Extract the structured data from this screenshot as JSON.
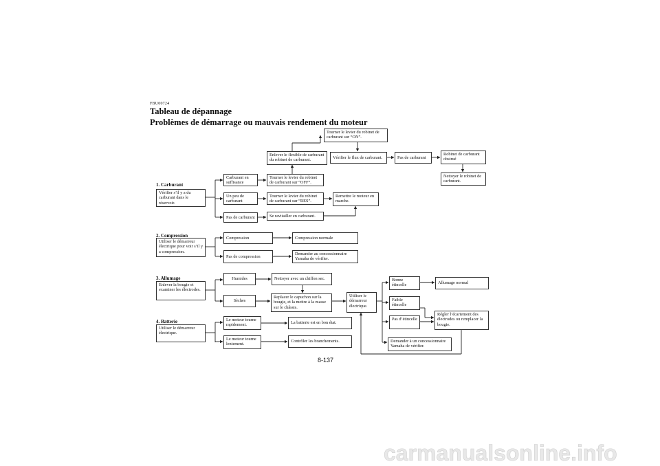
{
  "header": {
    "code": "FBU00724",
    "title": "Tableau de dépannage",
    "subtitle": "Problèmes de démarrage ou mauvais rendement du moteur"
  },
  "sections": {
    "fuel": {
      "heading": "1. Carburant",
      "check": "Vérifier s’il y a du carburant dans le réservoir.",
      "enough": "Carburant en suffisance",
      "little": "Un peu de carburant",
      "none": "Pas de carburant",
      "turn_off": "Tourner le levier du robinet de carburant sur “OFF”.",
      "turn_res": "Tourner le levier du robinet de carburant sur “RES”.",
      "refuel": "Se ravitailler en carburant.",
      "restart": "Remettre le moteur en marche.",
      "remove_hose": "Enlever le flexible de carburant du robinet de carburant.",
      "turn_on": "Tourner le levier du  robinet de carburant sur “ON”.",
      "check_flow": "Vérifier le flux de carburant.",
      "no_fuel": "Pas de carburant",
      "valve_clogged": "Robinet de carburant obstrué",
      "clean_valve": "Nettoyer le robinet de carburant."
    },
    "compression": {
      "heading": "2. Compression",
      "check": "Utiliser le démarreur électrique pour voir s’il y a compression.",
      "yes": "Compression",
      "no": "Pas de compression",
      "normal": "Compression normale",
      "dealer": "Demander au concessionnaire Yamaha de vérifier."
    },
    "ignition": {
      "heading": "3. Allumage",
      "check": "Enlever la bougie et examiner les électrodes.",
      "wet": "Humides",
      "dry": "Sèches",
      "wipe": "Nettoyer avec un chiffon sec.",
      "replace_cap": "Replacer le capuchon sur la bougie, et la mettre à la masse sur le châssis.",
      "use_starter": "Utiliser le démarreur électrique.",
      "good_spark": "Bonne étincelle",
      "weak_spark": "Faible étincelle",
      "no_spark": "Pas d’étincelle",
      "normal": "Allumage normal",
      "adjust_gap": "Régler l’écartement des électrodes ou remplacer la bougie.",
      "dealer": "Demander à un concessionnaire Yamaha de vérifier."
    },
    "battery": {
      "heading": "4. Batterie",
      "check": "Utiliser le démarreur électrique.",
      "fast": "Le moteur tourne rapidement.",
      "slow": "Le moteur tourne lentement.",
      "ok": "La batterie est en bon état.",
      "check_connections": "Contrôler les branchements."
    }
  },
  "footer": {
    "page_number": "8-137",
    "watermark": "carmanualsonline.info"
  }
}
